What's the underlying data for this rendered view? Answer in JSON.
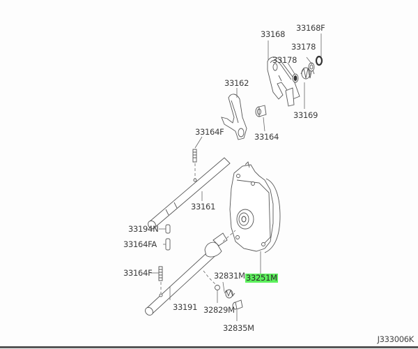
{
  "diagram": {
    "type": "exploded-parts-diagram",
    "subject": "transfer shift fork and shift rod assembly",
    "diagram_code": "J333006K",
    "highlight_color": "#5cf05c",
    "highlighted_part": "33251M",
    "parts": [
      {
        "id": "p33168F",
        "label": "33168F"
      },
      {
        "id": "p33168",
        "label": "33168"
      },
      {
        "id": "p33178a",
        "label": "33178"
      },
      {
        "id": "p33178b",
        "label": "33178"
      },
      {
        "id": "p33169",
        "label": "33169"
      },
      {
        "id": "p33162",
        "label": "33162"
      },
      {
        "id": "p33164",
        "label": "33164"
      },
      {
        "id": "p33164F_top",
        "label": "33164F"
      },
      {
        "id": "p33161",
        "label": "33161"
      },
      {
        "id": "p33194N",
        "label": "33194N"
      },
      {
        "id": "p33164FA",
        "label": "33164FA"
      },
      {
        "id": "p33164F_bot",
        "label": "33164F"
      },
      {
        "id": "p33191",
        "label": "33191"
      },
      {
        "id": "p32831M",
        "label": "32831M"
      },
      {
        "id": "p33251M",
        "label": "33251M"
      },
      {
        "id": "p32829M",
        "label": "32829M"
      },
      {
        "id": "p32835M",
        "label": "32835M"
      }
    ]
  }
}
